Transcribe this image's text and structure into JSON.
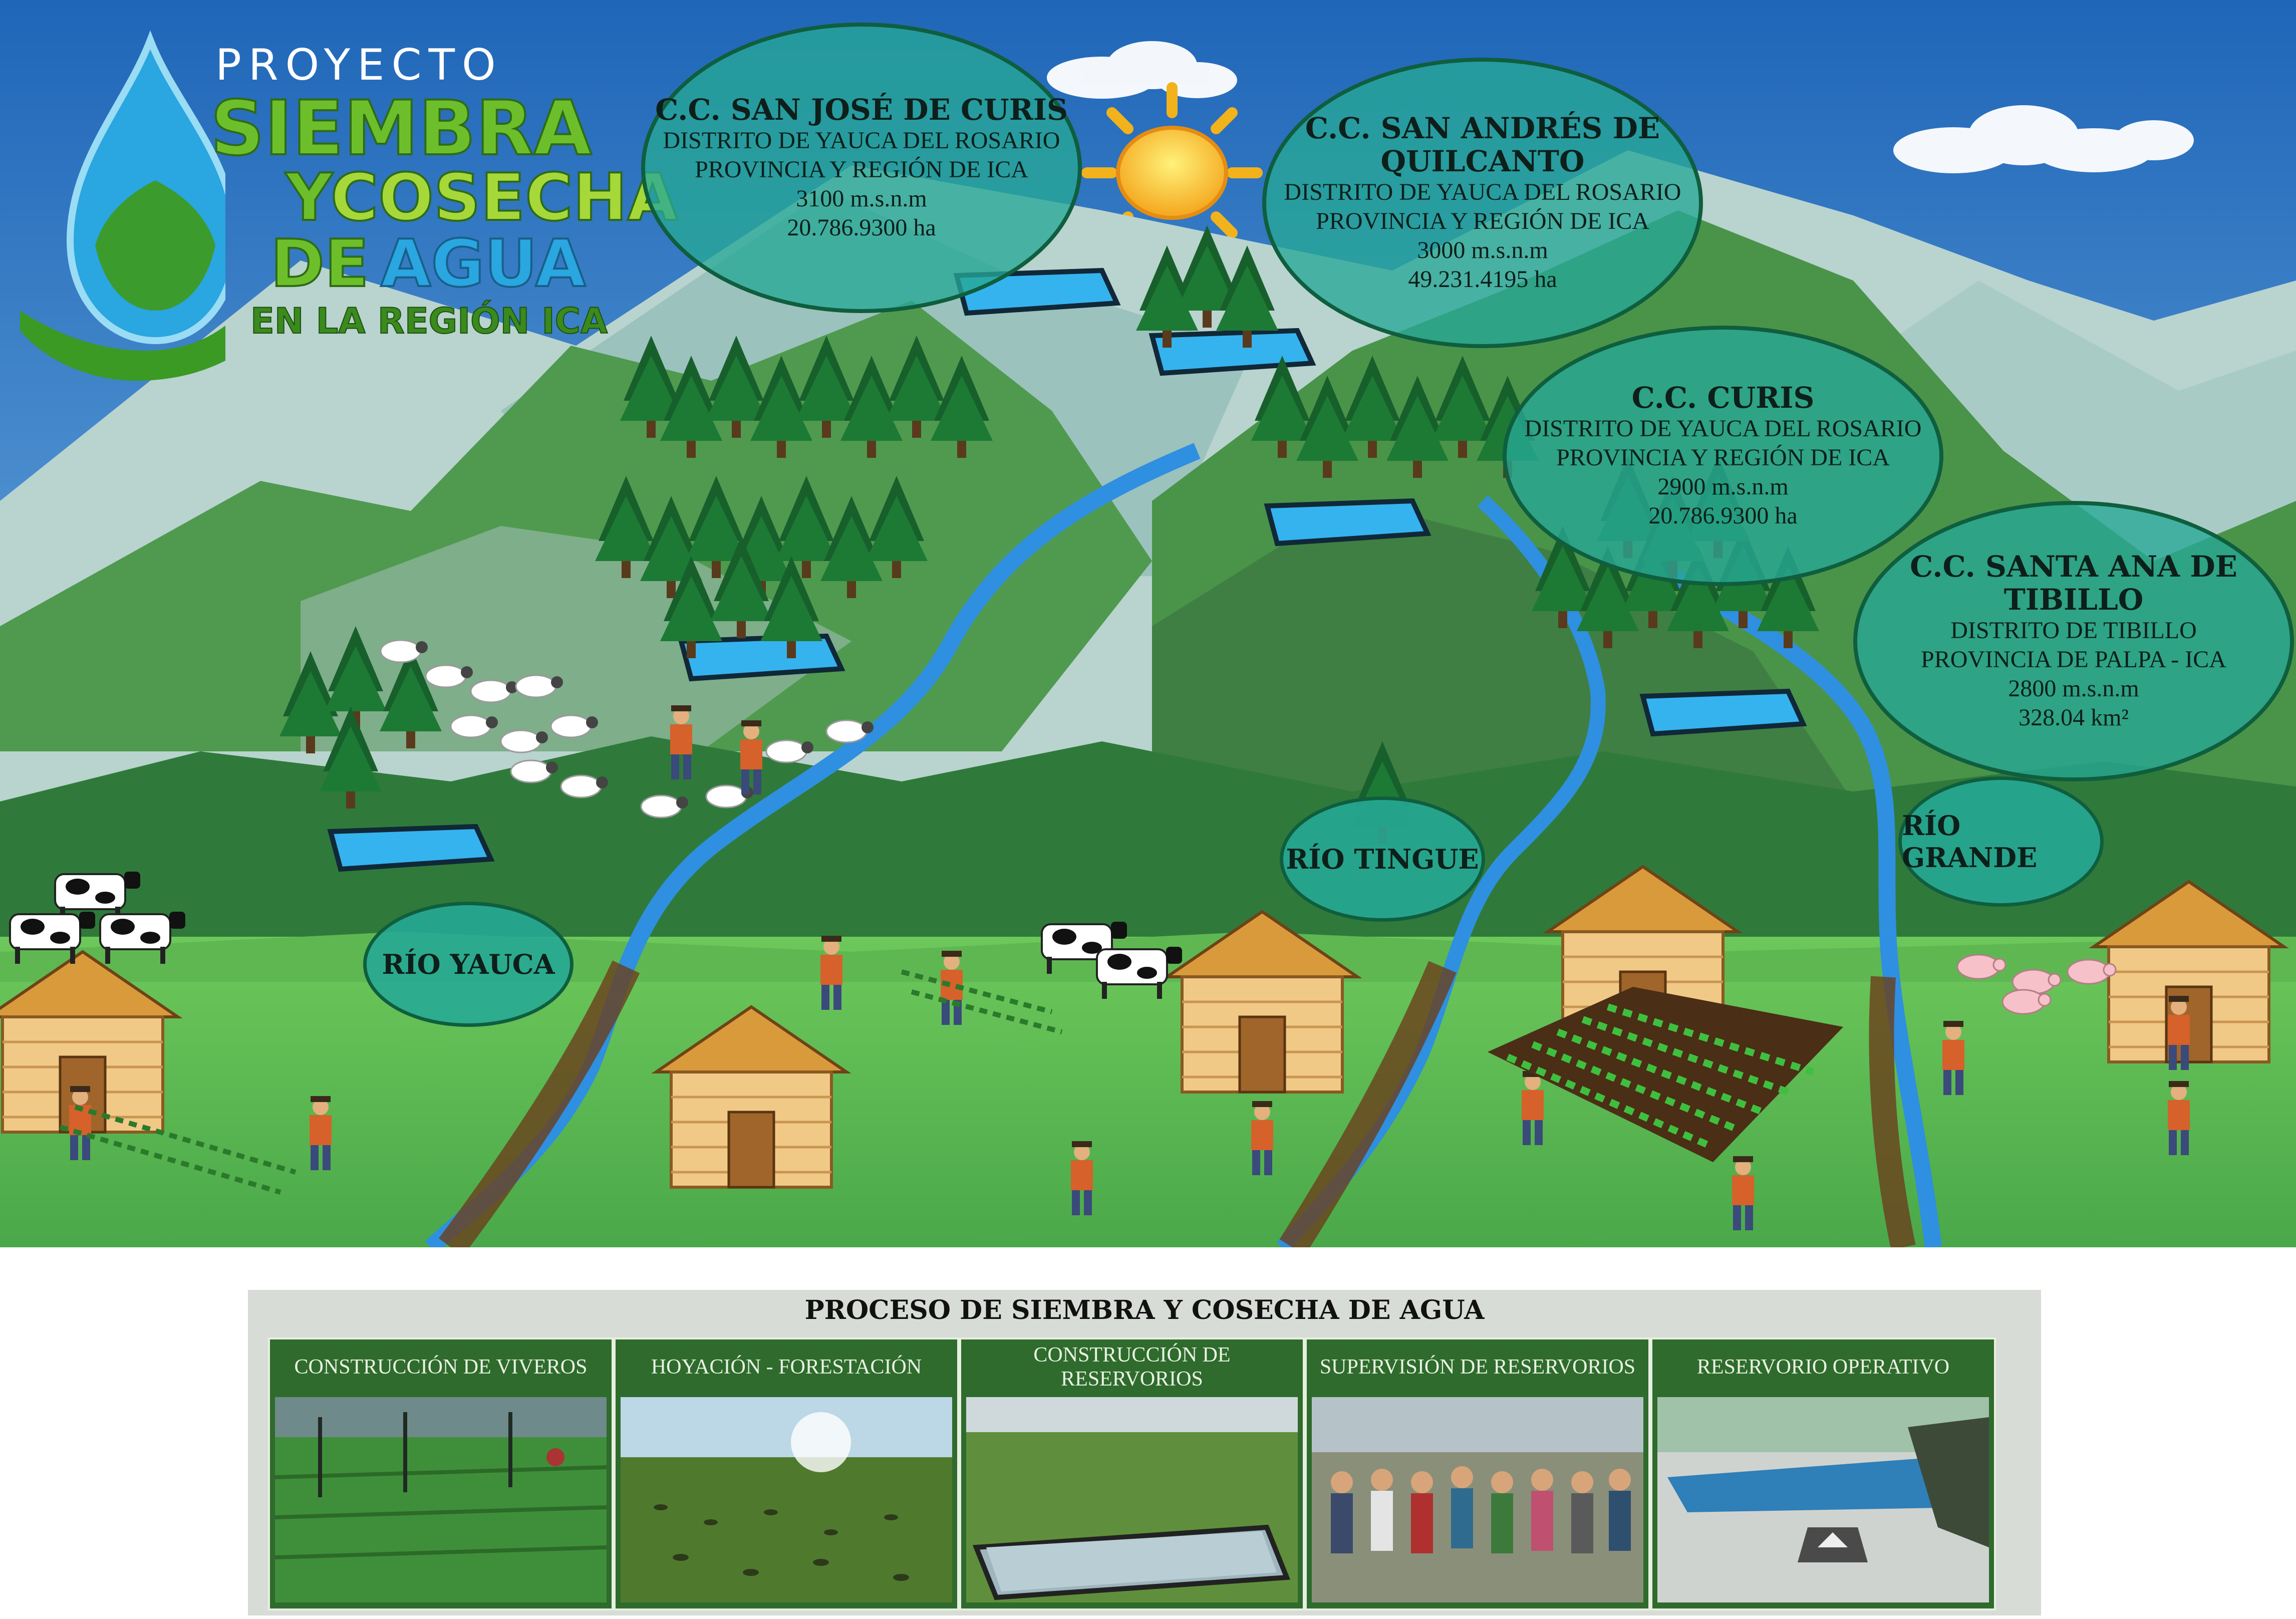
{
  "logo": {
    "line1": "PROYECTO",
    "line2": "SIEMBRA",
    "line3a": "Y",
    "line3b": "COSECHA",
    "line4a": "DE",
    "line4b": "AGUA",
    "line5": "EN LA REGIÓN ICA"
  },
  "communities": [
    {
      "name": "C.C. SAN JOSÉ DE CURIS",
      "district": "DISTRITO DE YAUCA DEL ROSARIO",
      "province": "PROVINCIA Y REGIÓN DE ICA",
      "altitude": "3100 m.s.n.m",
      "area": "20.786.9300 ha"
    },
    {
      "name_l1": "C.C. SAN ANDRÉS DE",
      "name_l2": "QUILCANTO",
      "district": "DISTRITO DE YAUCA DEL ROSARIO",
      "province": "PROVINCIA Y REGIÓN DE ICA",
      "altitude": "3000 m.s.n.m",
      "area": "49.231.4195 ha"
    },
    {
      "name": "C.C. CURIS",
      "district": "DISTRITO DE YAUCA DEL ROSARIO",
      "province": "PROVINCIA Y REGIÓN DE ICA",
      "altitude": "2900 m.s.n.m",
      "area": "20.786.9300 ha"
    },
    {
      "name_l1": "C.C. SANTA ANA DE",
      "name_l2": "TIBILLO",
      "district": "DISTRITO DE TIBILLO",
      "province": "PROVINCIA DE PALPA - ICA",
      "altitude": "2800 m.s.n.m",
      "area": "328.04 km²"
    }
  ],
  "rivers": [
    "RÍO YAUCA",
    "RÍO TINGUE",
    "RÍO GRANDE"
  ],
  "process": {
    "title": "PROCESO DE SIEMBRA Y COSECHA DE AGUA",
    "steps": [
      {
        "label": "CONSTRUCCIÓN DE VIVEROS"
      },
      {
        "label": "HOYACIÓN - FORESTACIÓN"
      },
      {
        "label": "CONSTRUCCIÓN DE RESERVORIOS"
      },
      {
        "label": "SUPERVISIÓN DE RESERVORIOS"
      },
      {
        "label": "RESERVORIO OPERATIVO"
      }
    ]
  },
  "colors": {
    "sky": "#3f8fd0",
    "mountain": "#4f9a4f",
    "meadow": "#6cc35a",
    "oval": "#26a896",
    "river": "#2f8fe0",
    "logo_green": "#6cbf2a",
    "logo_blue": "#2aa6e0"
  }
}
